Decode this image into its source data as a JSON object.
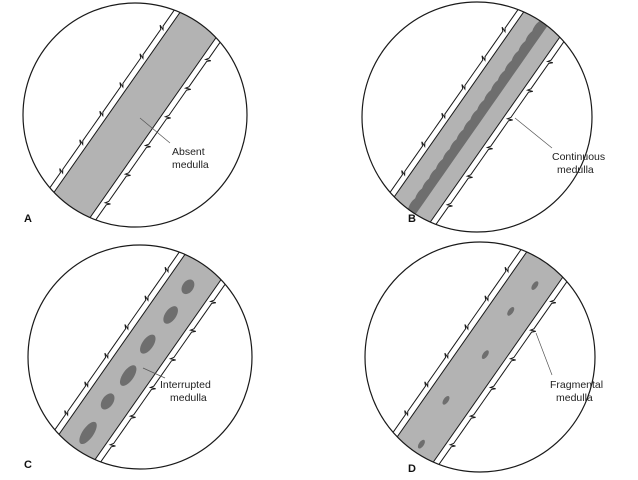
{
  "colors": {
    "cortex": "#b3b3b3",
    "medulla": "#6e6e6e",
    "line": "#1a1a1a"
  },
  "panels": [
    {
      "letter": "A",
      "label_line1": "Absent",
      "label_line2": "medulla",
      "medulla_type": "absent"
    },
    {
      "letter": "B",
      "label_line1": "Continuous",
      "label_line2": "medulla",
      "medulla_type": "continuous"
    },
    {
      "letter": "C",
      "label_line1": "Interrupted",
      "label_line2": "medulla",
      "medulla_type": "interrupted"
    },
    {
      "letter": "D",
      "label_line1": "Fragmental",
      "label_line2": "medulla",
      "medulla_type": "fragmental"
    }
  ]
}
